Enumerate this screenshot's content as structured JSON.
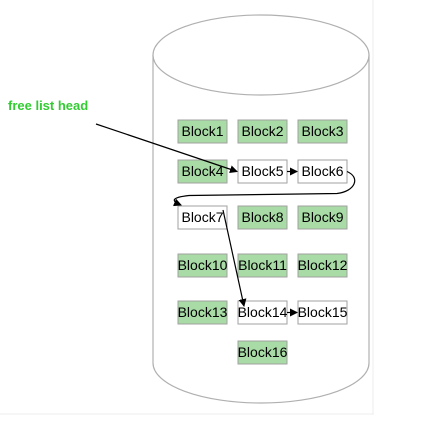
{
  "free_list_head_label": "free list head",
  "colors": {
    "used_fill": "#a8dba5",
    "free_fill": "#ffffff",
    "block_stroke": "#a0a0a0",
    "cylinder_stroke": "#b0b0b0",
    "arrow": "#000000",
    "head_label": "#33cc33"
  },
  "blocks": [
    {
      "label": "Block1",
      "state": "used"
    },
    {
      "label": "Block2",
      "state": "used"
    },
    {
      "label": "Block3",
      "state": "used"
    },
    {
      "label": "Block4",
      "state": "used"
    },
    {
      "label": "Block5",
      "state": "free"
    },
    {
      "label": "Block6",
      "state": "free"
    },
    {
      "label": "Block7",
      "state": "free"
    },
    {
      "label": "Block8",
      "state": "used"
    },
    {
      "label": "Block9",
      "state": "used"
    },
    {
      "label": "Block10",
      "state": "used"
    },
    {
      "label": "Block11",
      "state": "used"
    },
    {
      "label": "Block12",
      "state": "used"
    },
    {
      "label": "Block13",
      "state": "used"
    },
    {
      "label": "Block14",
      "state": "free"
    },
    {
      "label": "Block15",
      "state": "free"
    },
    {
      "label": "Block16",
      "state": "used"
    }
  ],
  "free_list_links": [
    {
      "from": "head",
      "to": "Block5"
    },
    {
      "from": "Block5",
      "to": "Block6"
    },
    {
      "from": "Block6",
      "to": "Block7"
    },
    {
      "from": "Block7",
      "to": "Block14"
    },
    {
      "from": "Block14",
      "to": "Block15"
    }
  ]
}
